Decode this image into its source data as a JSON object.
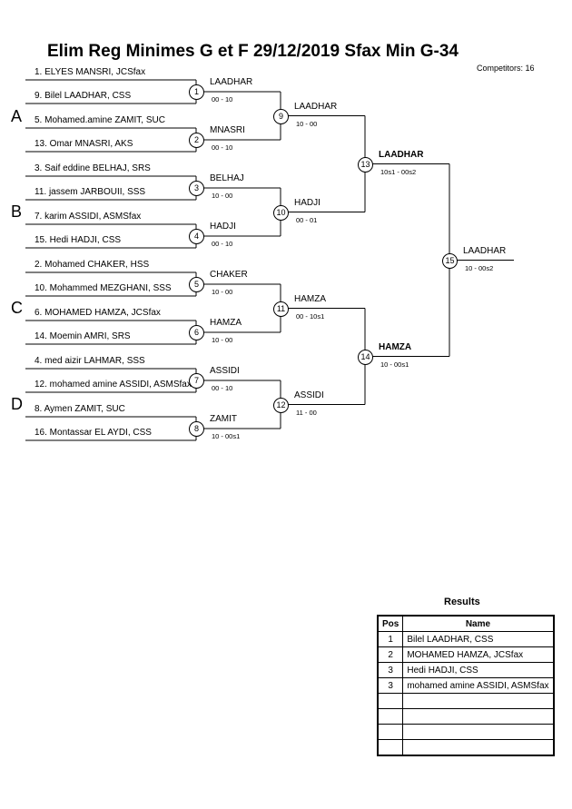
{
  "header": {
    "title": "Elim Reg Minimes G et F  29/12/2019  Sfax   Min G-34",
    "competitors": "Competitors: 16"
  },
  "pools": [
    "A",
    "B",
    "C",
    "D"
  ],
  "entries": [
    "1. ELYES MANSRI, JCSfax",
    "9. Bilel LAADHAR, CSS",
    "5. Mohamed.amine ZAMIT, SUC",
    "13. Omar MNASRI, AKS",
    "3. Saif eddine BELHAJ, SRS",
    "11. jassem JARBOUII, SSS",
    "7. karim ASSIDI, ASMSfax",
    "15. Hedi HADJI, CSS",
    "2. Mohamed CHAKER, HSS",
    "10. Mohammed MEZGHANI, SSS",
    "6. MOHAMED HAMZA, JCSfax",
    "14. Moemin AMRI, SRS",
    "4. med aizir LAHMAR, SSS",
    "12. mohamed amine ASSIDI, ASMSfax",
    "8. Aymen ZAMIT, SUC",
    "16. Montassar EL AYDI, CSS"
  ],
  "matches": [
    {
      "num": "1",
      "winner": "LAADHAR",
      "score": "00 - 10"
    },
    {
      "num": "2",
      "winner": "MNASRI",
      "score": "00 - 10"
    },
    {
      "num": "3",
      "winner": "BELHAJ",
      "score": "10 - 00"
    },
    {
      "num": "4",
      "winner": "HADJI",
      "score": "00 - 10"
    },
    {
      "num": "5",
      "winner": "CHAKER",
      "score": "10 - 00"
    },
    {
      "num": "6",
      "winner": "HAMZA",
      "score": "10 - 00"
    },
    {
      "num": "7",
      "winner": "ASSIDI",
      "score": "00 - 10"
    },
    {
      "num": "8",
      "winner": "ZAMIT",
      "score": "10 - 00s1"
    },
    {
      "num": "9",
      "winner": "LAADHAR",
      "score": "10 - 00"
    },
    {
      "num": "10",
      "winner": "HADJI",
      "score": "00 - 01"
    },
    {
      "num": "11",
      "winner": "HAMZA",
      "score": "00 - 10s1"
    },
    {
      "num": "12",
      "winner": "ASSIDI",
      "score": "11 - 00"
    },
    {
      "num": "13",
      "winner": "LAADHAR",
      "score": "10s1 - 00s2"
    },
    {
      "num": "14",
      "winner": "HAMZA",
      "score": "10 - 00s1"
    },
    {
      "num": "15",
      "winner": "LAADHAR",
      "score": "10 - 00s2"
    }
  ],
  "results": {
    "title": "Results",
    "headers": [
      "Pos",
      "Name"
    ],
    "rows": [
      {
        "pos": "1",
        "name": "Bilel LAADHAR, CSS"
      },
      {
        "pos": "2",
        "name": "MOHAMED HAMZA, JCSfax"
      },
      {
        "pos": "3",
        "name": "Hedi HADJI, CSS"
      },
      {
        "pos": "3",
        "name": "mohamed amine ASSIDI, ASMSfax"
      },
      {
        "pos": "",
        "name": ""
      },
      {
        "pos": "",
        "name": ""
      },
      {
        "pos": "",
        "name": ""
      },
      {
        "pos": "",
        "name": ""
      }
    ]
  }
}
